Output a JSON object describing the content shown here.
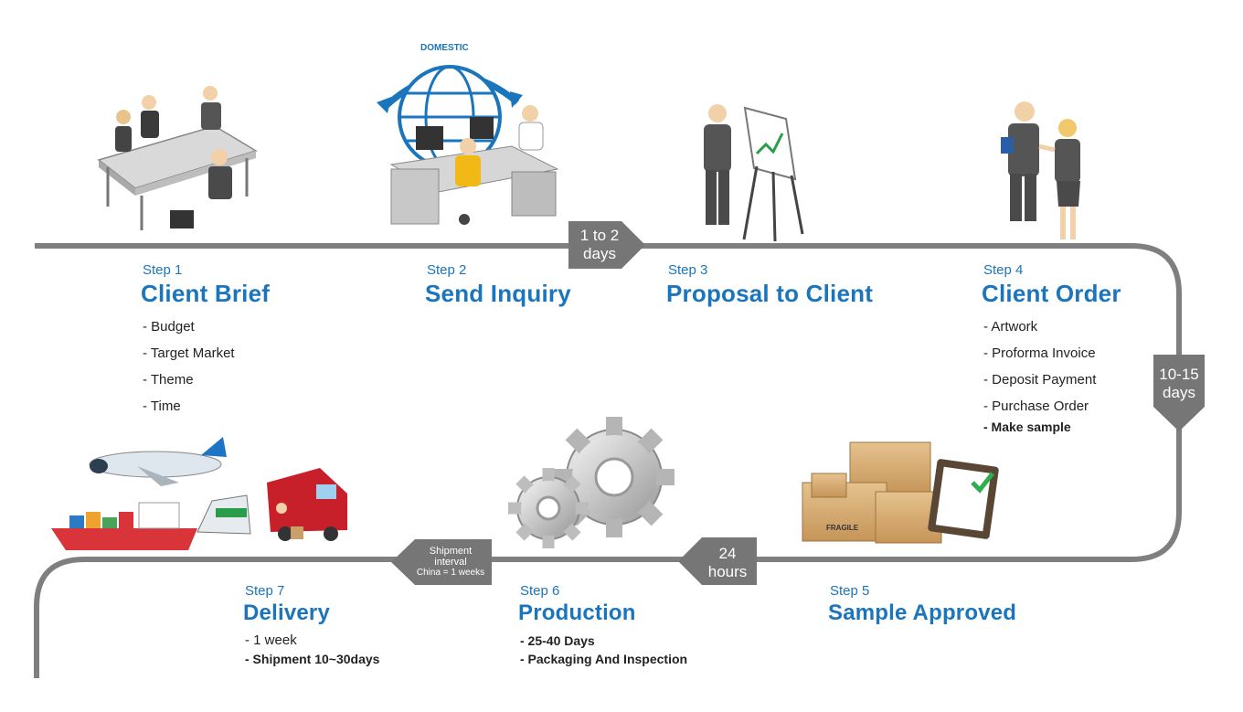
{
  "illustration_labels": {
    "domestic": "DOMESTIC",
    "fragile": "FRAGILE"
  },
  "durations": {
    "d1": [
      "1 to 2",
      "days"
    ],
    "d2": [
      "10-15",
      "days"
    ],
    "d3": [
      "24",
      "hours"
    ],
    "d4": [
      "Shipment",
      "interval",
      "China = 1  weeks"
    ]
  },
  "steps": [
    {
      "num": "Step 1",
      "title": "Client Brief",
      "items": [
        "- Budget",
        "- Target Market",
        "- Theme",
        "- Time"
      ]
    },
    {
      "num": "Step 2",
      "title": "Send Inquiry",
      "items": []
    },
    {
      "num": "Step 3",
      "title": "Proposal to Client",
      "items": []
    },
    {
      "num": "Step 4",
      "title": "Client Order",
      "items": [
        "- Artwork",
        "- Proforma Invoice",
        "- Deposit Payment",
        "- Purchase Order"
      ],
      "extra": "- Make sample"
    },
    {
      "num": "Step 5",
      "title": "Sample Approved",
      "items": []
    },
    {
      "num": "Step 6",
      "title": "Production",
      "items": [
        "- 25-40 Days",
        "- Packaging And Inspection"
      ]
    },
    {
      "num": "Step 7",
      "title": "Delivery",
      "items": [
        "- 1 week",
        "- Shipment 10~30days"
      ]
    }
  ],
  "colors": {
    "accent": "#1b75bc",
    "track": "#7f7f7f",
    "text": "#222222"
  }
}
